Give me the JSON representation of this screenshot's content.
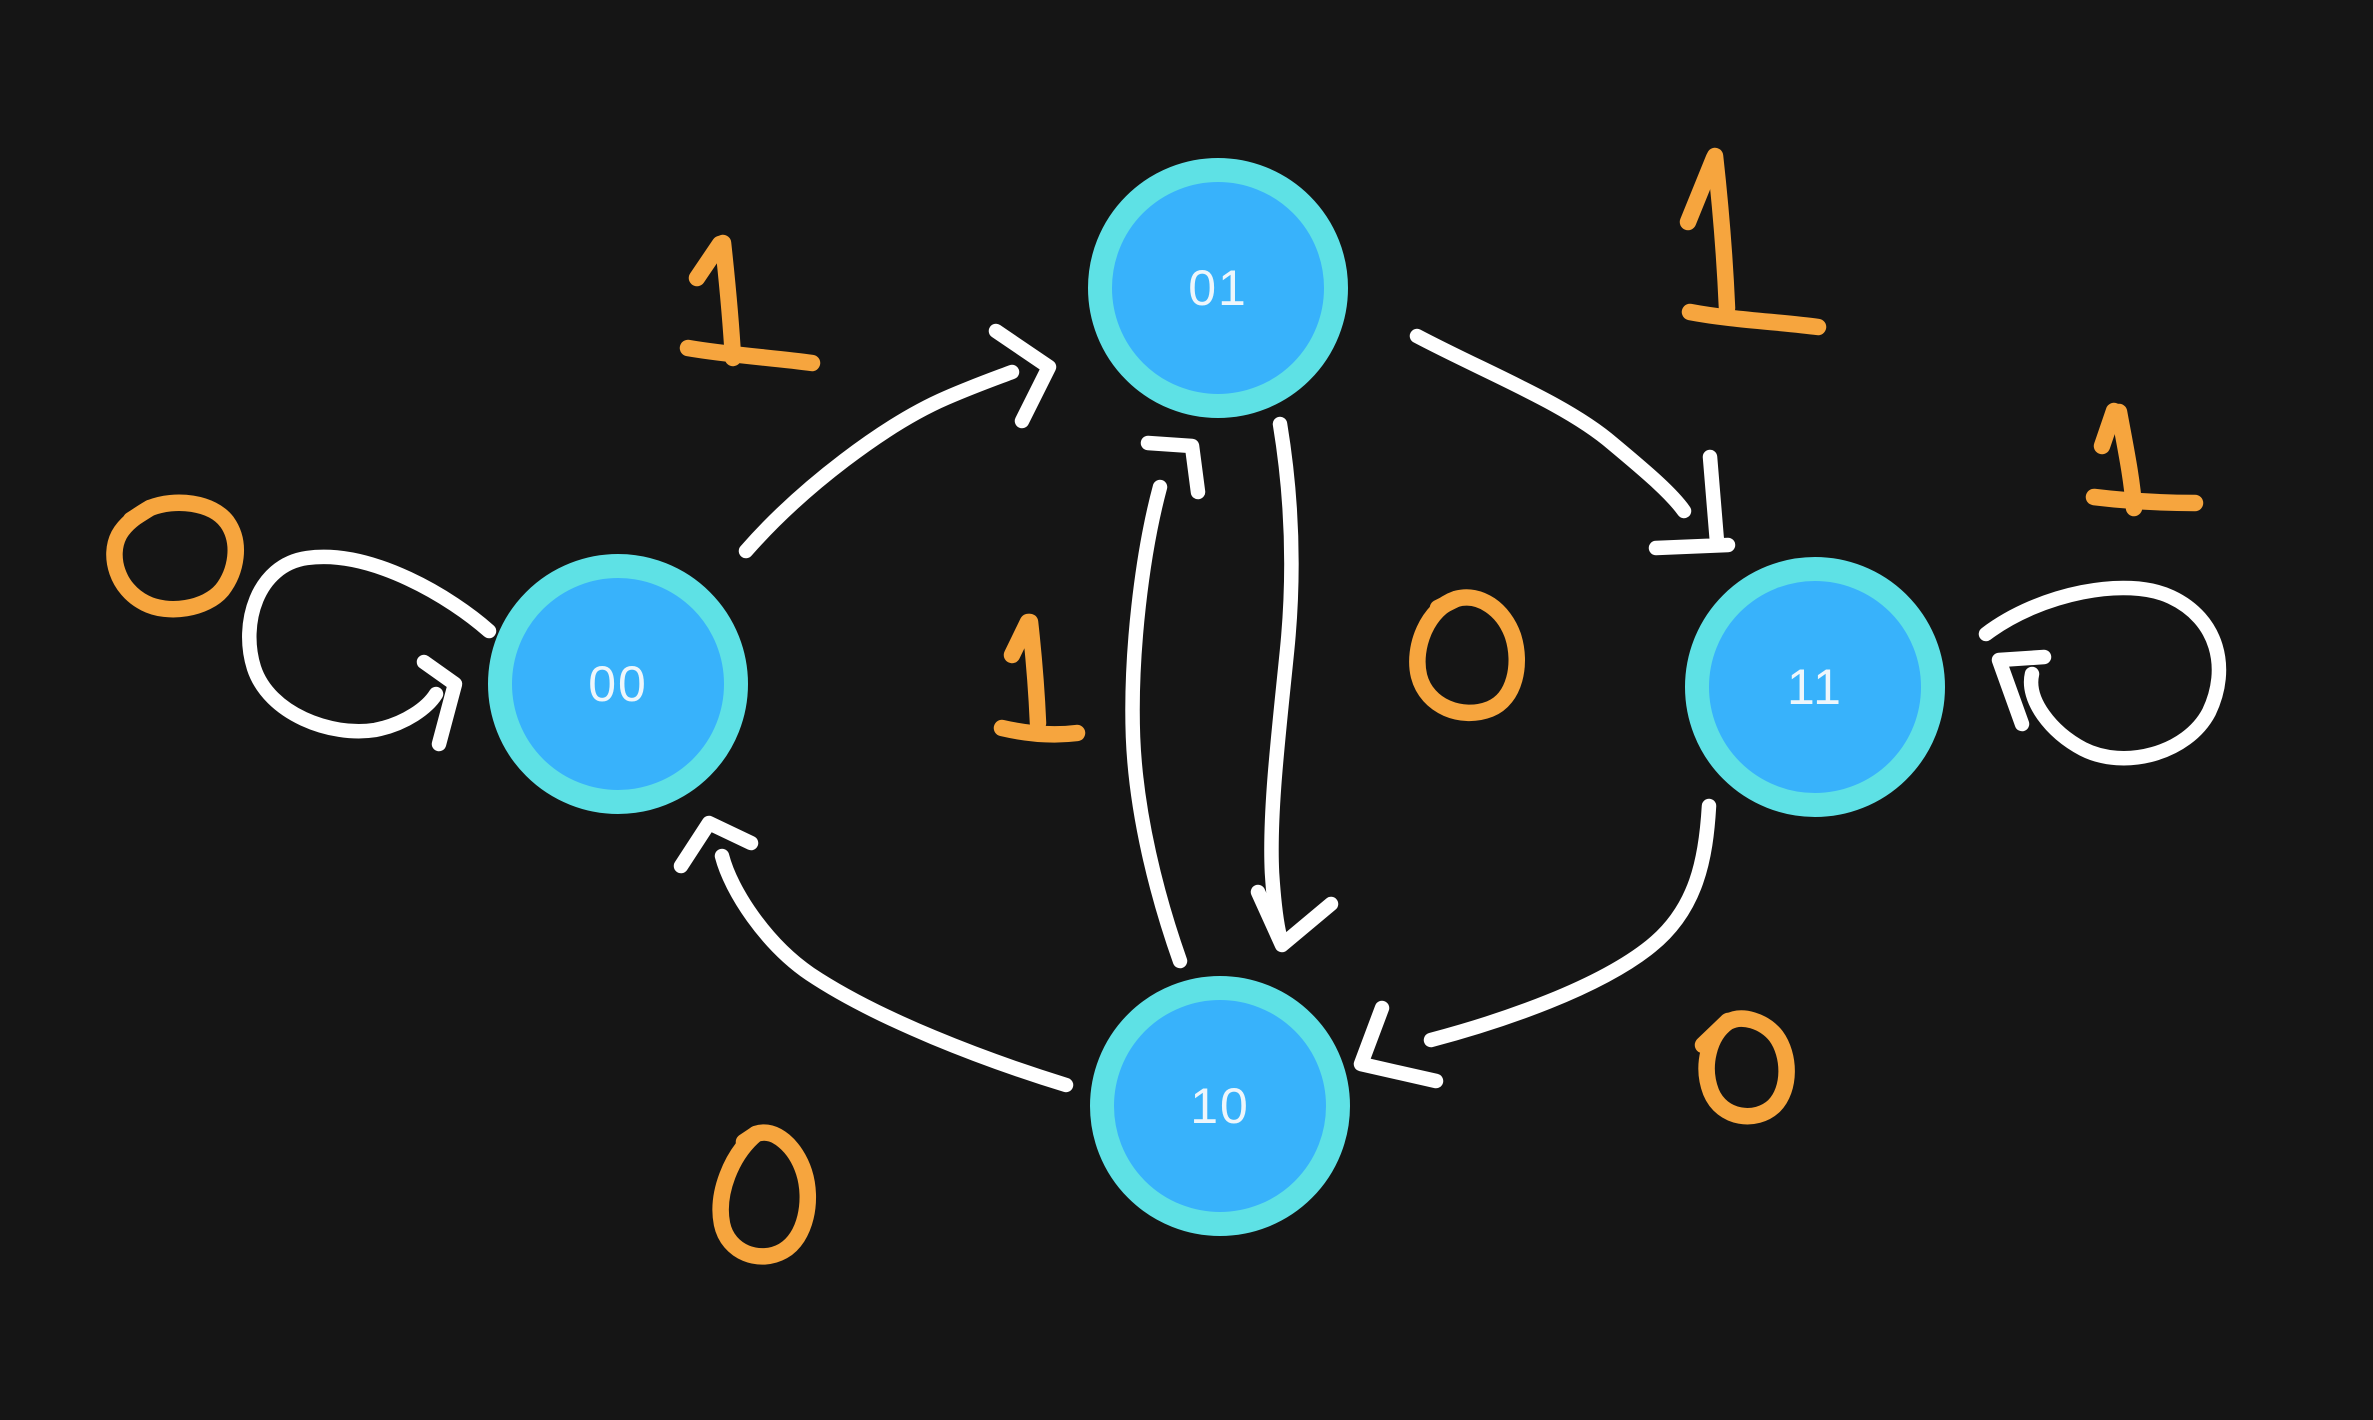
{
  "diagram": {
    "type": "finite-state-machine",
    "colors": {
      "background": "#151515",
      "arrow_stroke": "#ffffff",
      "input_label": "#f6a53e",
      "state_fill": "#38b2fb",
      "state_ring": "#5ee1e5",
      "state_text": "#eef6fb"
    },
    "states": [
      {
        "id": "00",
        "label": "00"
      },
      {
        "id": "01",
        "label": "01"
      },
      {
        "id": "11",
        "label": "11"
      },
      {
        "id": "10",
        "label": "10"
      }
    ],
    "transitions": [
      {
        "id": "t00_00",
        "from": "00",
        "to": "00",
        "input": "0"
      },
      {
        "id": "t00_01",
        "from": "00",
        "to": "01",
        "input": "1"
      },
      {
        "id": "t01_11",
        "from": "01",
        "to": "11",
        "input": "1"
      },
      {
        "id": "t11_11",
        "from": "11",
        "to": "11",
        "input": "1"
      },
      {
        "id": "t01_10",
        "from": "01",
        "to": "10",
        "input": "0"
      },
      {
        "id": "t10_01",
        "from": "10",
        "to": "01",
        "input": "1"
      },
      {
        "id": "t11_10",
        "from": "11",
        "to": "10",
        "input": "0"
      },
      {
        "id": "t10_00",
        "from": "10",
        "to": "00",
        "input": "0"
      }
    ]
  }
}
